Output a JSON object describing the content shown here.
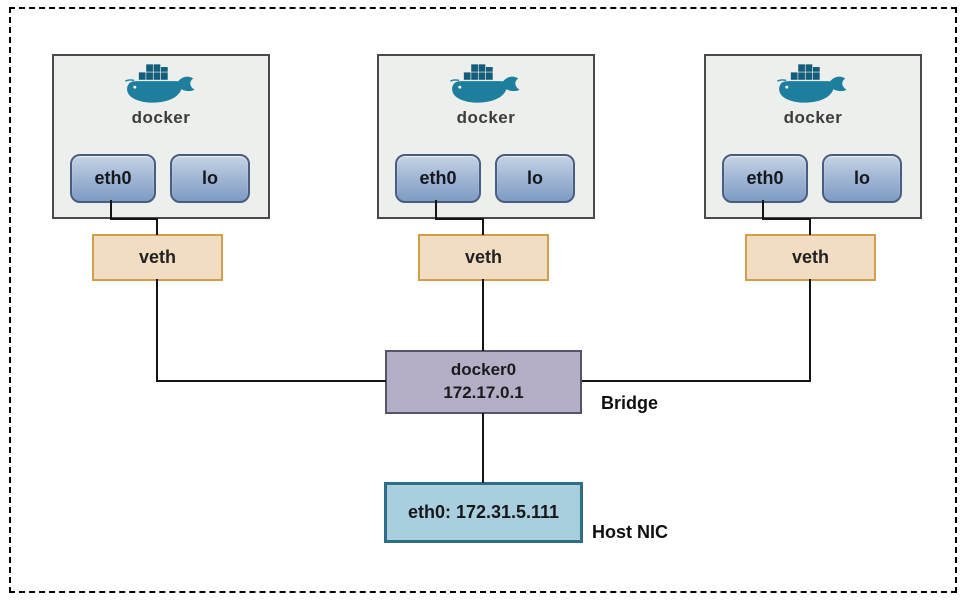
{
  "containers": [
    {
      "logo_text": "docker",
      "iface1": "eth0",
      "iface2": "lo",
      "veth": "veth"
    },
    {
      "logo_text": "docker",
      "iface1": "eth0",
      "iface2": "lo",
      "veth": "veth"
    },
    {
      "logo_text": "docker",
      "iface1": "eth0",
      "iface2": "lo",
      "veth": "veth"
    }
  ],
  "bridge": {
    "name": "docker0",
    "ip": "172.17.0.1",
    "label": "Bridge"
  },
  "host_nic": {
    "text": "eth0: 172.31.5.111",
    "label": "Host NIC"
  },
  "colors": {
    "container_fill": "#edefec",
    "container_border": "#4a4a4a",
    "interface_button_top": "#c6d3e6",
    "interface_button_bottom": "#7e9cc4",
    "interface_button_border": "#4a5d80",
    "veth_fill": "#f2dcc2",
    "veth_border": "#cf9f4e",
    "bridge_fill": "#b4aec6",
    "bridge_border": "#57536b",
    "host_nic_fill": "#a9cede",
    "host_nic_border": "#2e6e86",
    "docker_logo_teal": "#1d7e9e",
    "docker_logo_dark_teal": "#135d7b",
    "connector_line": "#141414"
  }
}
